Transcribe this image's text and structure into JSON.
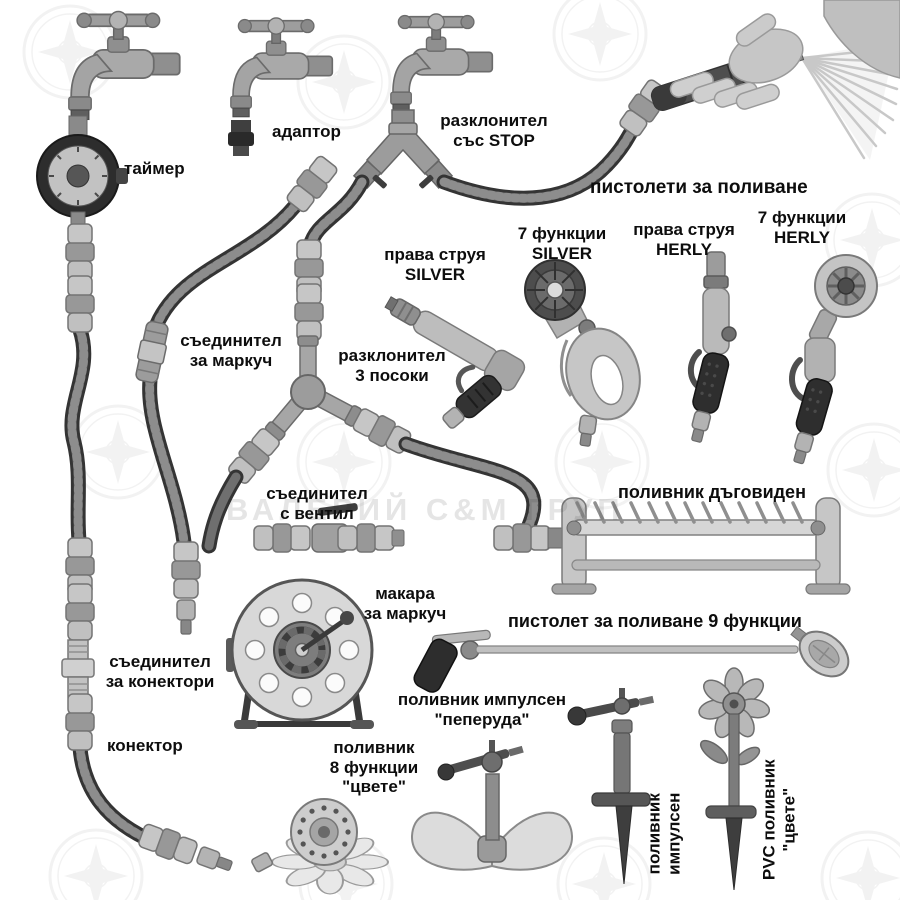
{
  "watermark": {
    "text": "ВАЛЕРИЙ С&М ГРУП"
  },
  "labels": {
    "timer": "таймер",
    "adapter": "адаптор",
    "splitter_stop": "разклонител\nсъс STOP",
    "pistols_heading": "пистолети за поливане",
    "gun_straight_silver": "права струя\nSILVER",
    "gun_7fn_silver": "7 функции\nSILVER",
    "gun_straight_herly": "права струя\nHERLY",
    "gun_7fn_herly": "7 функции\nHERLY",
    "hose_connector": "съединител\nза маркуч",
    "splitter_3way": "разклонител\n3 посоки",
    "valve_connector": "съединител\nс вентил",
    "arc_sprinkler": "поливник дъговиден",
    "hose_reel": "макара\nза маркуч",
    "wand_9fn": "пистолет за поливане 9 функции",
    "impulse_butterfly": "поливник импулсен\n\"пеперуда\"",
    "connector_joiner": "съединител\nза конектори",
    "connector": "конектор",
    "flower_8fn": "поливник\n8 функции\n\"цвете\"",
    "impulse_spike": "поливник\nимпулсен",
    "pvc_flower": "PVC поливник\n\"цвете\""
  },
  "colors": {
    "label_ink": "#0d0d0d",
    "hose_dark": "#343434",
    "metal_light": "#c6c6c6"
  }
}
